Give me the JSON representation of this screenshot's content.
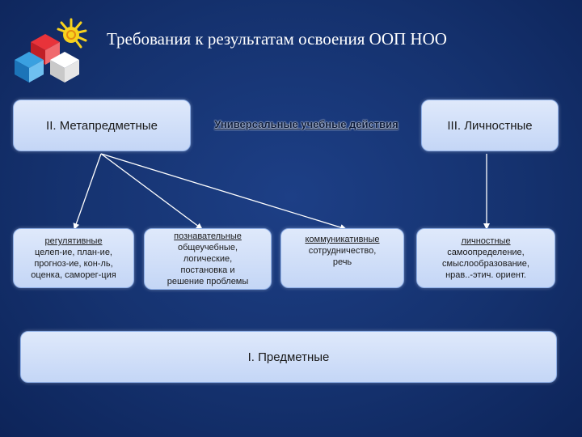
{
  "title": "Требования к результатам освоения ООП НОО",
  "meta_box": "II. Метапредметные",
  "uud_label": "Универсальные учебные действия",
  "lich_box": "III. Личностные",
  "regul": {
    "heading": "регулятивные",
    "line1": "целеп-ие, план-ие,",
    "line2": "прогноз-ие, кон-ль,",
    "line3": "оценка, саморег-ция"
  },
  "poznav": {
    "heading": "познавательные",
    "line1": "общеучебные,",
    "line2": "логические,",
    "line3": "постановка и",
    "line4": "решение проблемы"
  },
  "kommun": {
    "heading": "коммуникативные",
    "line1": "сотрудничество,",
    "line2": "речь"
  },
  "lichnost": {
    "heading": "личностные",
    "line1": "самоопределение,",
    "line2": "смыслообразование,",
    "line3": "нрав..-этич. ориент."
  },
  "predmet_box": "I. Предметные",
  "logo_icon": "education-logo-icon"
}
